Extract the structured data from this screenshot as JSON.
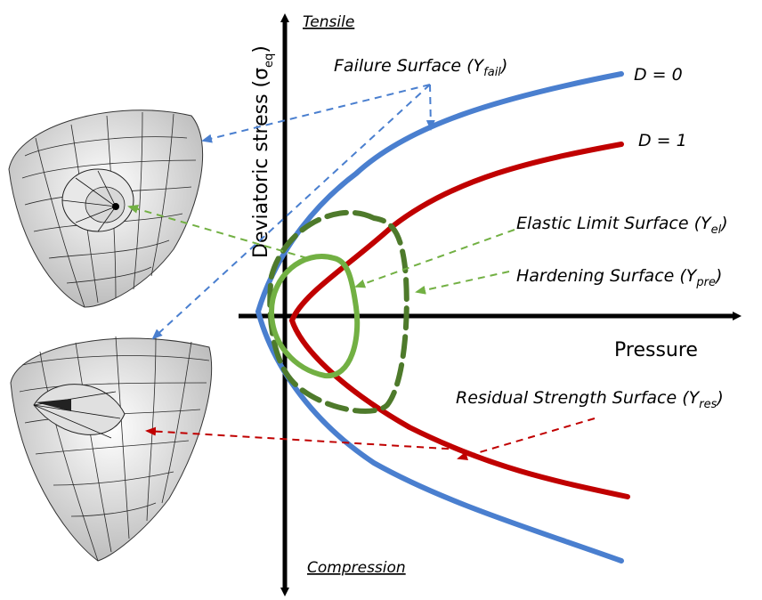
{
  "axes": {
    "x_label": "Pressure",
    "y_label": "Deviatoric stress (σ",
    "y_label_sub": "eq",
    "y_label_close": ")",
    "top_label": "Tensile",
    "bottom_label": "Compression"
  },
  "curves": {
    "failure": {
      "prefix": "Failure Surface (Y",
      "sub": "fail",
      "suffix": ")",
      "color": "#4a7fcf"
    },
    "residual": {
      "prefix": "Residual Strength Surface (Y",
      "sub": "res",
      "suffix": ")",
      "color": "#c00000"
    },
    "elastic": {
      "prefix": "Elastic Limit Surface (Y",
      "sub": "el",
      "suffix": ")",
      "color": "#4e7a2b"
    },
    "hardening": {
      "prefix": "Hardening Surface (Y",
      "sub": "pre",
      "suffix": ")",
      "color": "#72b043"
    }
  },
  "damage_labels": {
    "d0": "D = 0",
    "d1": "D = 1"
  },
  "colors": {
    "failure_arrow": "#4a7fcf",
    "residual_arrow": "#c00000",
    "green_arrow": "#72b043"
  }
}
